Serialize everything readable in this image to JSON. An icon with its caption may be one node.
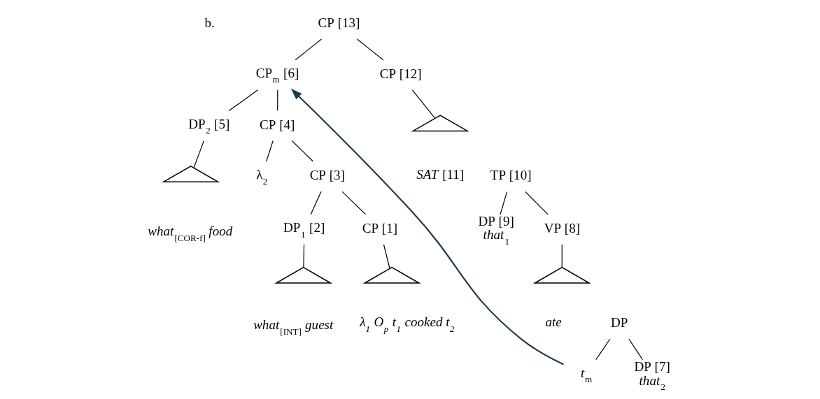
{
  "diagram": {
    "nodes": [
      {
        "text": [
          "CP [13]"
        ]
      },
      {
        "text": [
          "CP$_{m}$ [6]"
        ]
      },
      {
        "text": [
          "CP [12]"
        ]
      },
      {
        "text": [
          "DP$_{2}$ [5]"
        ]
      },
      {
        "text": [
          "CP [4]"
        ]
      },
      {
        "text": [],
        "shape": "triangle",
        "beside": [
          "*what*$_{[COR-f]}$ *food*"
        ]
      },
      {
        "text": [
          "λ$_{2}$"
        ]
      },
      {
        "text": [
          "CP [3]"
        ]
      },
      {
        "text": [
          "DP$_{1}$ [2]"
        ]
      },
      {
        "text": [
          "CP [1]"
        ]
      },
      {
        "text": [],
        "shape": "triangle",
        "beside": [
          "*what*$_{[INT]}$ *guest*"
        ]
      },
      {
        "text": [],
        "shape": "triangle",
        "beside": [
          "*λ$_{1}$ O$_{p}$ t$_{1}$ cooked t$_{2}$*"
        ]
      },
      {
        "text": [],
        "shape": "triangle"
      },
      {
        "text": [
          "*SAT* [11]"
        ]
      },
      {
        "text": [
          "TP [10]"
        ]
      },
      {
        "text": [
          "DP [9]",
          "*that*$_{1}$"
        ]
      },
      {
        "text": [
          "VP [8]"
        ]
      },
      {
        "text": [],
        "shape": "triangle",
        "beside": [
          "*ate*"
        ]
      },
      {
        "text": [
          "DP"
        ]
      },
      {
        "text": [
          "*t*$_{m}$"
        ]
      },
      {
        "text": [
          "DP [7]",
          "*that*$_{2}$"
        ]
      }
    ],
    "edges": [
      {
        "from": 0,
        "to": 1,
        "arrow": "none"
      },
      {
        "from": 0,
        "to": 2,
        "arrow": "none"
      },
      {
        "from": 1,
        "to": 3,
        "arrow": "none"
      },
      {
        "from": 1,
        "to": 4,
        "arrow": "none"
      },
      {
        "from": 2,
        "to": 12,
        "arrow": "none"
      },
      {
        "from": 3,
        "to": 5,
        "arrow": "none"
      },
      {
        "from": 4,
        "to": 6,
        "arrow": "none"
      },
      {
        "from": 4,
        "to": 7,
        "arrow": "none"
      },
      {
        "from": 7,
        "to": 8,
        "arrow": "none"
      },
      {
        "from": 7,
        "to": 9,
        "arrow": "none"
      },
      {
        "from": 8,
        "to": 10,
        "arrow": "none"
      },
      {
        "from": 9,
        "to": 11,
        "arrow": "none"
      },
      {
        "from": 14,
        "to": 15,
        "arrow": "none"
      },
      {
        "from": 14,
        "to": 16,
        "arrow": "none"
      },
      {
        "from": 16,
        "to": 17,
        "arrow": "none"
      },
      {
        "from": 18,
        "to": 19,
        "arrow": "none"
      },
      {
        "from": 18,
        "to": 20,
        "arrow": "none"
      },
      {
        "from": 19,
        "to": 1,
        "arrow": "to",
        "color": "#1c3a4e"
      }
    ],
    "labels": [
      "b."
    ]
  }
}
